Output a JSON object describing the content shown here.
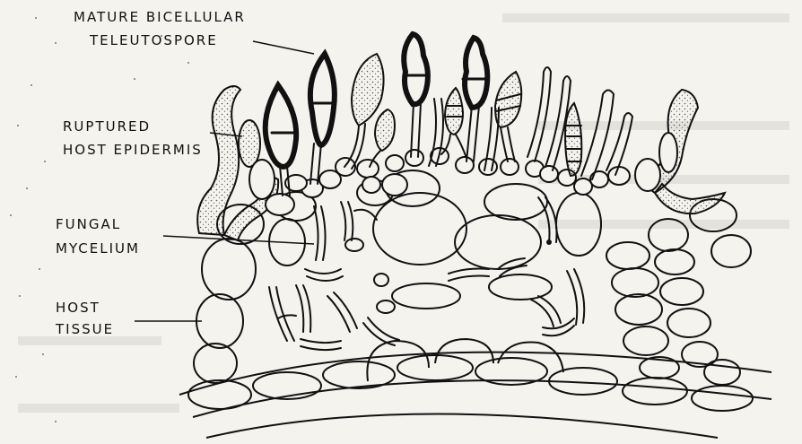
{
  "labels": {
    "teleutospore_line1": "MATURE BICELLULAR",
    "teleutospore_line2": "TELEUTOSPORE",
    "epidermis_line1": "RUPTURED",
    "epidermis_line2": "HOST EPIDERMIS",
    "mycelium_line1": "FUNGAL",
    "mycelium_line2": "MYCELIUM",
    "tissue_line1": "HOST",
    "tissue_line2": "TISSUE"
  },
  "colors": {
    "ink": "#111111",
    "paper": "#f4f3ee",
    "stipple": "#555555"
  }
}
